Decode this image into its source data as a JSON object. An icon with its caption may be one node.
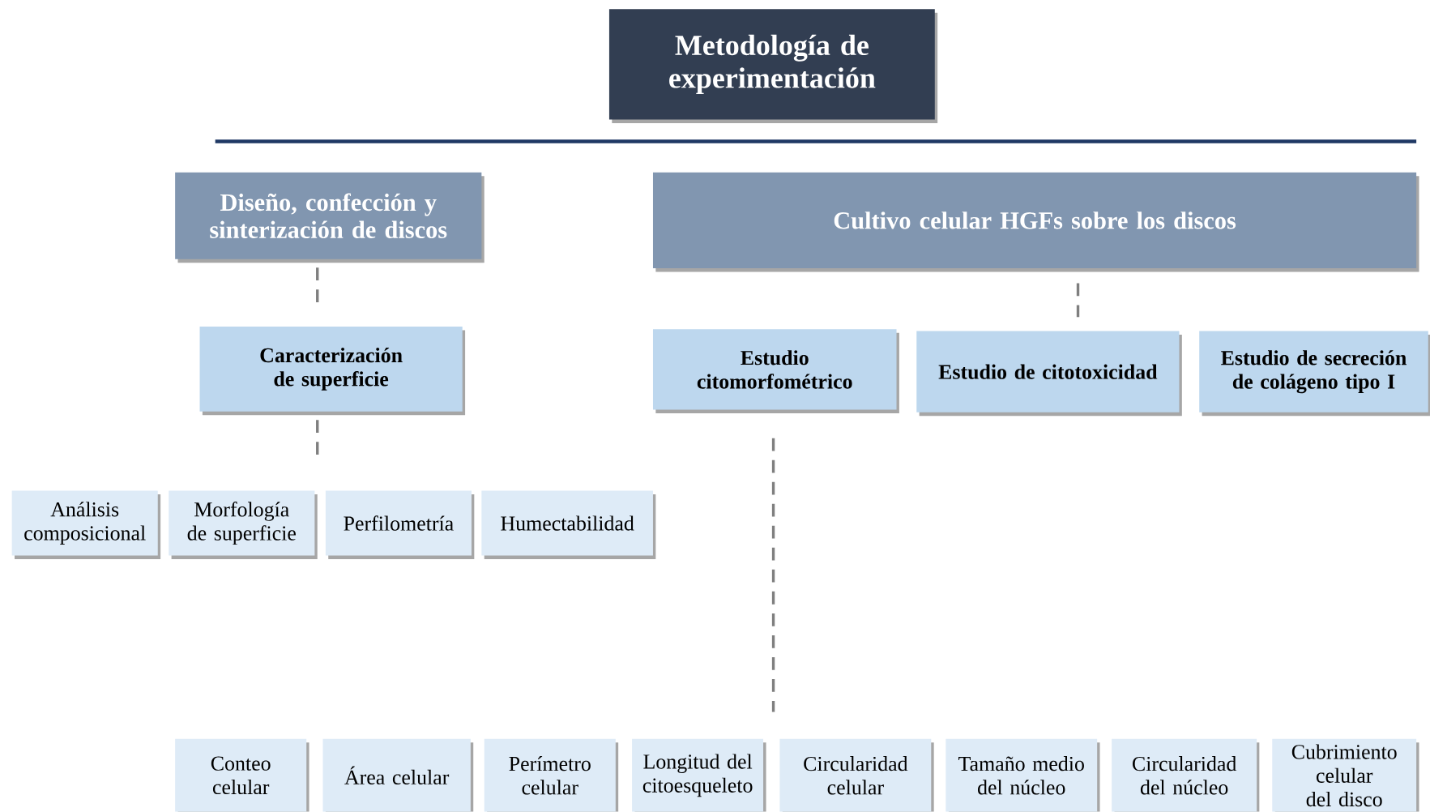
{
  "diagram": {
    "nodes": [
      {
        "text": [
          "Metodología de experimentación"
        ]
      },
      {
        "text": [
          "Diseño, confección y sinterización de discos"
        ]
      },
      {
        "text": [
          "Cultivo celular HGFs sobre los discos"
        ]
      },
      {
        "text": [
          "Caracterización de superficie"
        ]
      },
      {
        "text": [
          "Estudio citomorfométrico"
        ]
      },
      {
        "text": [
          "Estudio de citotoxicidad"
        ]
      },
      {
        "text": [
          "Estudio de secreción de colágeno tipo I"
        ]
      },
      {
        "text": [
          "Análisis composicional"
        ]
      },
      {
        "text": [
          "Morfología de superficie"
        ]
      },
      {
        "text": [
          "Perfilometría"
        ]
      },
      {
        "text": [
          "Humectabilidad"
        ]
      },
      {
        "text": [
          "Conteo celular"
        ]
      },
      {
        "text": [
          "Área celular"
        ]
      },
      {
        "text": [
          "Perímetro celular"
        ]
      },
      {
        "text": [
          "Longitud del citoesqueleto"
        ]
      },
      {
        "text": [
          "Circularidad celular"
        ]
      },
      {
        "text": [
          "Tamaño medio del núcleo"
        ]
      },
      {
        "text": [
          "Circularidad del núcleo"
        ]
      },
      {
        "text": [
          "Cubrimiento celular del disco"
        ]
      }
    ],
    "edges": [
      {
        "from": 1,
        "to": 3,
        "arrow": "none",
        "style": "dashed"
      },
      {
        "from": 3,
        "to": null,
        "arrow": "none",
        "style": "dashed"
      },
      {
        "from": 2,
        "to": 5,
        "arrow": "none",
        "style": "dashed"
      },
      {
        "from": 4,
        "to": null,
        "arrow": "none",
        "style": "dashed"
      }
    ]
  }
}
